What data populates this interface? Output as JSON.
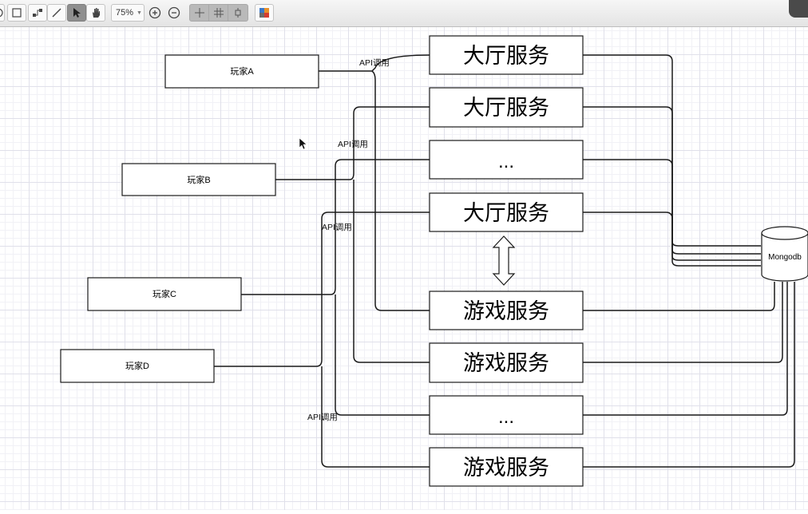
{
  "toolbar": {
    "zoom": "75%",
    "zoom_in_icon": "plus-circle-icon",
    "zoom_out_icon": "minus-circle-icon"
  },
  "diagram": {
    "players": [
      "玩家A",
      "玩家B",
      "玩家C",
      "玩家D"
    ],
    "lobby_services": [
      "大厅服务",
      "大厅服务",
      "...",
      "大厅服务"
    ],
    "game_services": [
      "游戏服务",
      "游戏服务",
      "...",
      "游戏服务"
    ],
    "database": "Mongodb",
    "edge_labels": [
      "API调用",
      "API调用",
      "API调用",
      "API调用"
    ]
  }
}
